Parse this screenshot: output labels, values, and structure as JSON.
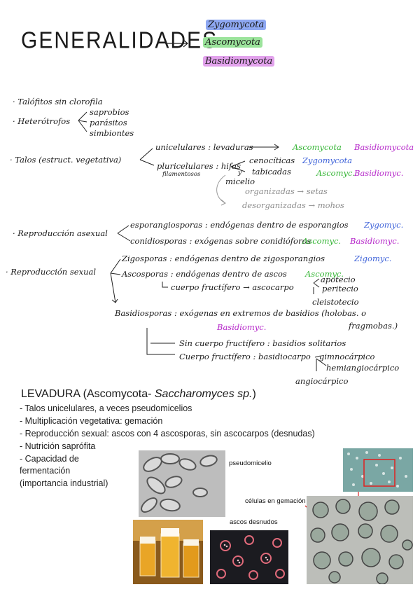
{
  "header": {
    "title": "GENERALIDADES",
    "groups": [
      "Zygomycota",
      "Ascomycota",
      "Basidiomycota"
    ],
    "colors": {
      "zygo": "#8ea8f2",
      "asco": "#9be39b",
      "basidio": "#e2a2ec"
    }
  },
  "notes": {
    "talofitos": "· Talófitos sin clorofila",
    "heterotrofos": "· Heterótrofos",
    "het_items": [
      "saprobios",
      "parásitos",
      "simbiontes"
    ],
    "talos": "· Talos (estruct. vegetativa)",
    "unicelulares": "unicelulares : levaduras",
    "uni_asco": "Ascomycota",
    "uni_basidio": "Basidiomycota",
    "pluricelulares": "pluricelulares : hifas",
    "filamentosos": "filamentosos",
    "y": "y",
    "micelio": "micelio",
    "cenociticas": "cenocíticas",
    "ceno_zygo": "Zygomycota",
    "tabicadas": "tabicadas",
    "tab_asco": "Ascomyc.",
    "tab_basidio": "Basidiomyc.",
    "organizadas": "organizadas → setas",
    "desorganizadas": "desorganizadas → mohos",
    "rep_asexual": "· Reproducción asexual",
    "esporangiosporas": "esporangiosporas : endógenas dentro de esporangios",
    "esp_zygo": "Zygomyc.",
    "conidiosporas": "conidiosporas : exógenas sobre conidióforos",
    "con_asco": "Ascomyc.",
    "con_basidio": "Basidiomyc.",
    "rep_sexual": "· Reproducción sexual",
    "zigosporas": "Zigosporas : endógenas dentro de zigosporangios",
    "zig_zygo": "Zigomyc.",
    "ascosporas": "Ascosporas : endógenas dentro de ascos",
    "asc_asco": "Ascomyc.",
    "cuerpo_fructifero": "cuerpo fructífero → ascocarpo",
    "ascocarpos": [
      "apotecio",
      "peritecio",
      "cleistotecio"
    ],
    "basidiosporas": "Basidiosporas : exógenas en extremos de basidios (holobas. o",
    "fragmobas": "fragmobas.)",
    "bas_basidio": "Basidiomyc.",
    "sin_cuerpo": "Sin cuerpo fructífero : basidios solitarios",
    "con_cuerpo": "Cuerpo fructífero : basidiocarpo",
    "basidiocarpos": [
      "gimnocárpico",
      "hemiangiocárpico",
      "angiocárpico"
    ]
  },
  "levadura": {
    "title_prefix": "LEVADURA (Ascomycota- ",
    "title_species": "Saccharomyces sp.",
    "title_suffix": ")",
    "lines": [
      "- Talos unicelulares, a veces pseudomicelios",
      "- Multiplicación vegetativa: gemación",
      "- Reproducción sexual: ascos con 4 ascosporas, sin ascocarpos (desnudas)",
      "- Nutrición saprófita",
      "- Capacidad de",
      "fermentación",
      "(importancia industrial)"
    ],
    "captions": {
      "pseudomicelio": "pseudomicelio",
      "gemacion": "células en gemación",
      "ascos": "ascos desnudos"
    }
  }
}
